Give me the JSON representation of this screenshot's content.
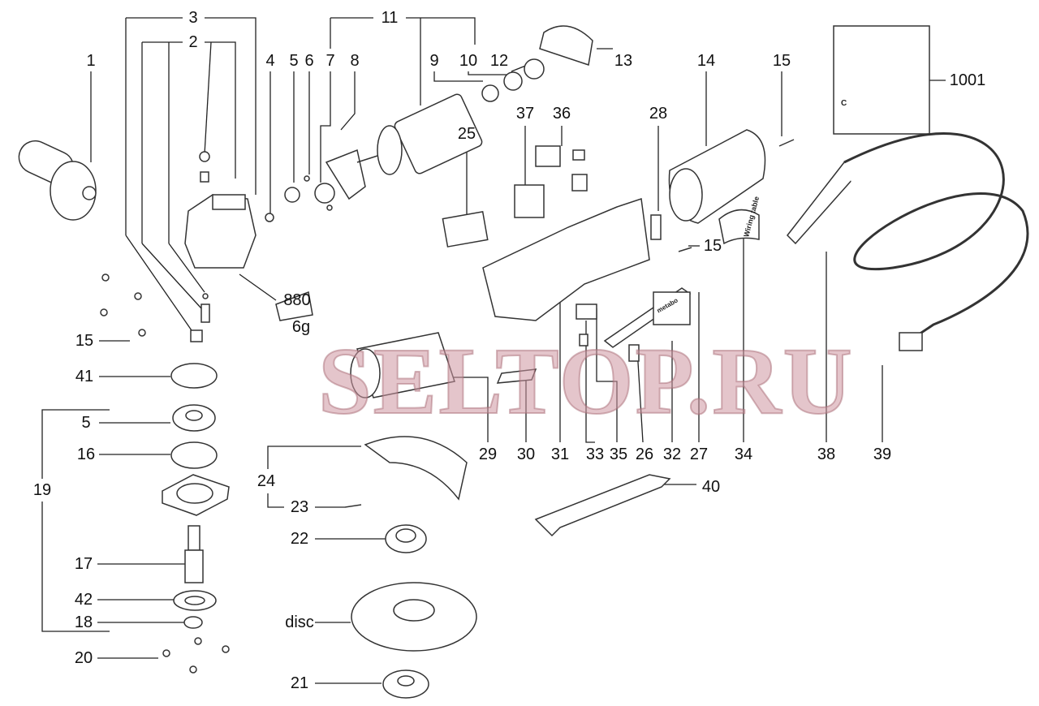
{
  "labels": {
    "p3": "3",
    "p11": "11",
    "p2": "2",
    "p1": "1",
    "p4": "4",
    "p5a": "5",
    "p6": "6",
    "p7a": "7",
    "p8": "8",
    "p9": "9",
    "p10": "10",
    "p12": "12",
    "p13": "13",
    "p14": "14",
    "p15a": "15",
    "p1001": "1001",
    "p37": "37",
    "p36": "36",
    "p28": "28",
    "p25": "25",
    "p15b": "15",
    "p880": "880",
    "p6g": "6g",
    "p15c": "15",
    "p41": "41",
    "p5b": "5",
    "p16": "16",
    "p19": "19",
    "p24": "24",
    "p23": "23",
    "p22": "22",
    "p17": "17",
    "p42": "42",
    "p18": "18",
    "disc": "disc",
    "p20": "20",
    "p21": "21",
    "p40": "40",
    "p29": "29",
    "p30": "30",
    "p31": "31",
    "p33": "33",
    "p35": "35",
    "p26": "26",
    "p32": "32",
    "p27": "27",
    "p34": "34",
    "p38": "38",
    "p39": "39"
  },
  "part_text": {
    "wiring_table": "Wiring table",
    "brand": "metabo",
    "capacitor": "C"
  },
  "watermark": "SELTOP.RU"
}
